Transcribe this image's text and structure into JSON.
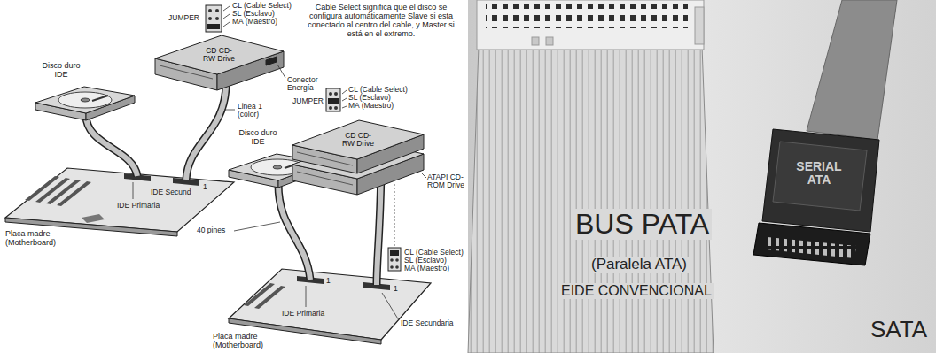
{
  "diagram": {
    "nodes": [
      {
        "text": [
          "CD CD-RW Drive"
        ]
      },
      {
        "text": [
          "CD CD-RW Drive"
        ]
      },
      {
        "text": [
          "SERIAL ATA"
        ]
      }
    ],
    "labels": [
      "CL (Cable Select)",
      "SL (Esclavo)",
      "MA (Maestro)",
      "Cable Select significa que el disco se configura automáticamente Slave si esta conectado al centro del cable, y Master si está en el extremo.",
      "JUMPER",
      "Disco duro IDE",
      "Conector Energía",
      "Linea 1 (color)",
      "1",
      "IDE Secund",
      "IDE Primaria",
      "Placa madre (Motherboard)",
      "CL (Cable Select)",
      "SL (Esclavo)",
      "MA (Maestro)",
      "JUMPER",
      "Disco duro IDE",
      "ATAPI CD-ROM Drive",
      "40 pines",
      "1",
      "1",
      "CL (Cable Select)",
      "SL (Esclavo)",
      "MA (Maestro)",
      "IDE Primaria",
      "IDE Secundaria",
      "Placa madre (Motherboard)",
      "BUS PATA",
      "(Paralela ATA)",
      "EIDE CONVENCIONAL",
      "SATA"
    ]
  }
}
